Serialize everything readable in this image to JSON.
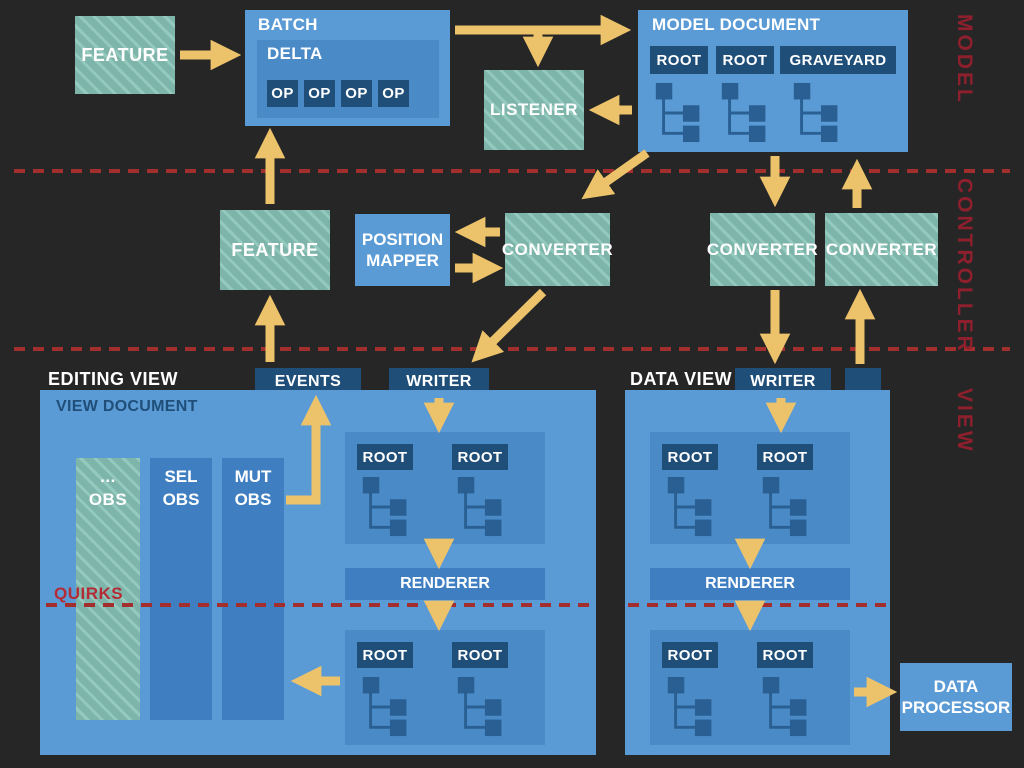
{
  "colors": {
    "background": "#262626",
    "blue": "#5b9bd5",
    "blue_inner": "#4a8ac6",
    "navy": "#1f4e79",
    "mid_blue": "#3f7fc1",
    "teal": "#7eb5ab",
    "teal_stripe": "#94c9be",
    "tree": "#2a5f93",
    "arrow": "#ecc36b",
    "red_label": "#8e1f2d",
    "red_dash": "#a32e2e",
    "red_quirks": "#b42b35"
  },
  "layers": {
    "model": "MODEL",
    "controller": "CONTROLLER",
    "view": "VIEW"
  },
  "model_layer": {
    "feature": "FEATURE",
    "batch": {
      "title": "BATCH",
      "delta": "DELTA",
      "ops": [
        "OP",
        "OP",
        "OP",
        "OP"
      ]
    },
    "listener": "LISTENER",
    "model_document": {
      "title": "MODEL DOCUMENT",
      "roots": [
        "ROOT",
        "ROOT",
        "GRAVEYARD"
      ]
    }
  },
  "controller_layer": {
    "feature": "FEATURE",
    "position_mapper": "POSITION\nMAPPER",
    "converters": [
      "CONVERTER",
      "CONVERTER",
      "CONVERTER"
    ]
  },
  "view_layer": {
    "editing_view": {
      "label": "EDITING VIEW",
      "document": "VIEW DOCUMENT",
      "events": "EVENTS",
      "writer": "WRITER",
      "observers": {
        "obs_col": "...\nOBS",
        "sel": "SEL\nOBS",
        "mut": "MUT\nOBS"
      },
      "quirks": "QUIRKS",
      "renderer": "RENDERER",
      "roots_top": [
        "ROOT",
        "ROOT"
      ],
      "roots_bottom": [
        "ROOT",
        "ROOT"
      ]
    },
    "data_view": {
      "label": "DATA VIEW",
      "writer": "WRITER",
      "renderer": "RENDERER",
      "roots_top": [
        "ROOT",
        "ROOT"
      ],
      "roots_bottom": [
        "ROOT",
        "ROOT"
      ]
    },
    "data_processor": "DATA\nPROCESSOR"
  }
}
